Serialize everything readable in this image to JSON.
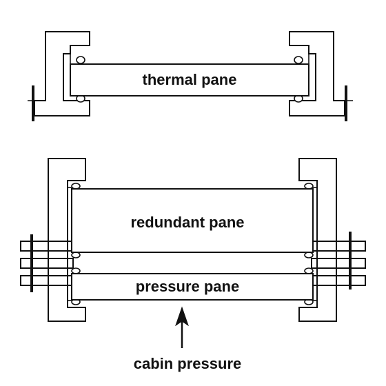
{
  "labels": {
    "thermal_pane": "thermal pane",
    "redundant_pane": "redundant pane",
    "pressure_pane": "pressure pane",
    "cabin_pressure": "cabin pressure"
  },
  "colors": {
    "ink": "#111111",
    "background": "#ffffff"
  }
}
